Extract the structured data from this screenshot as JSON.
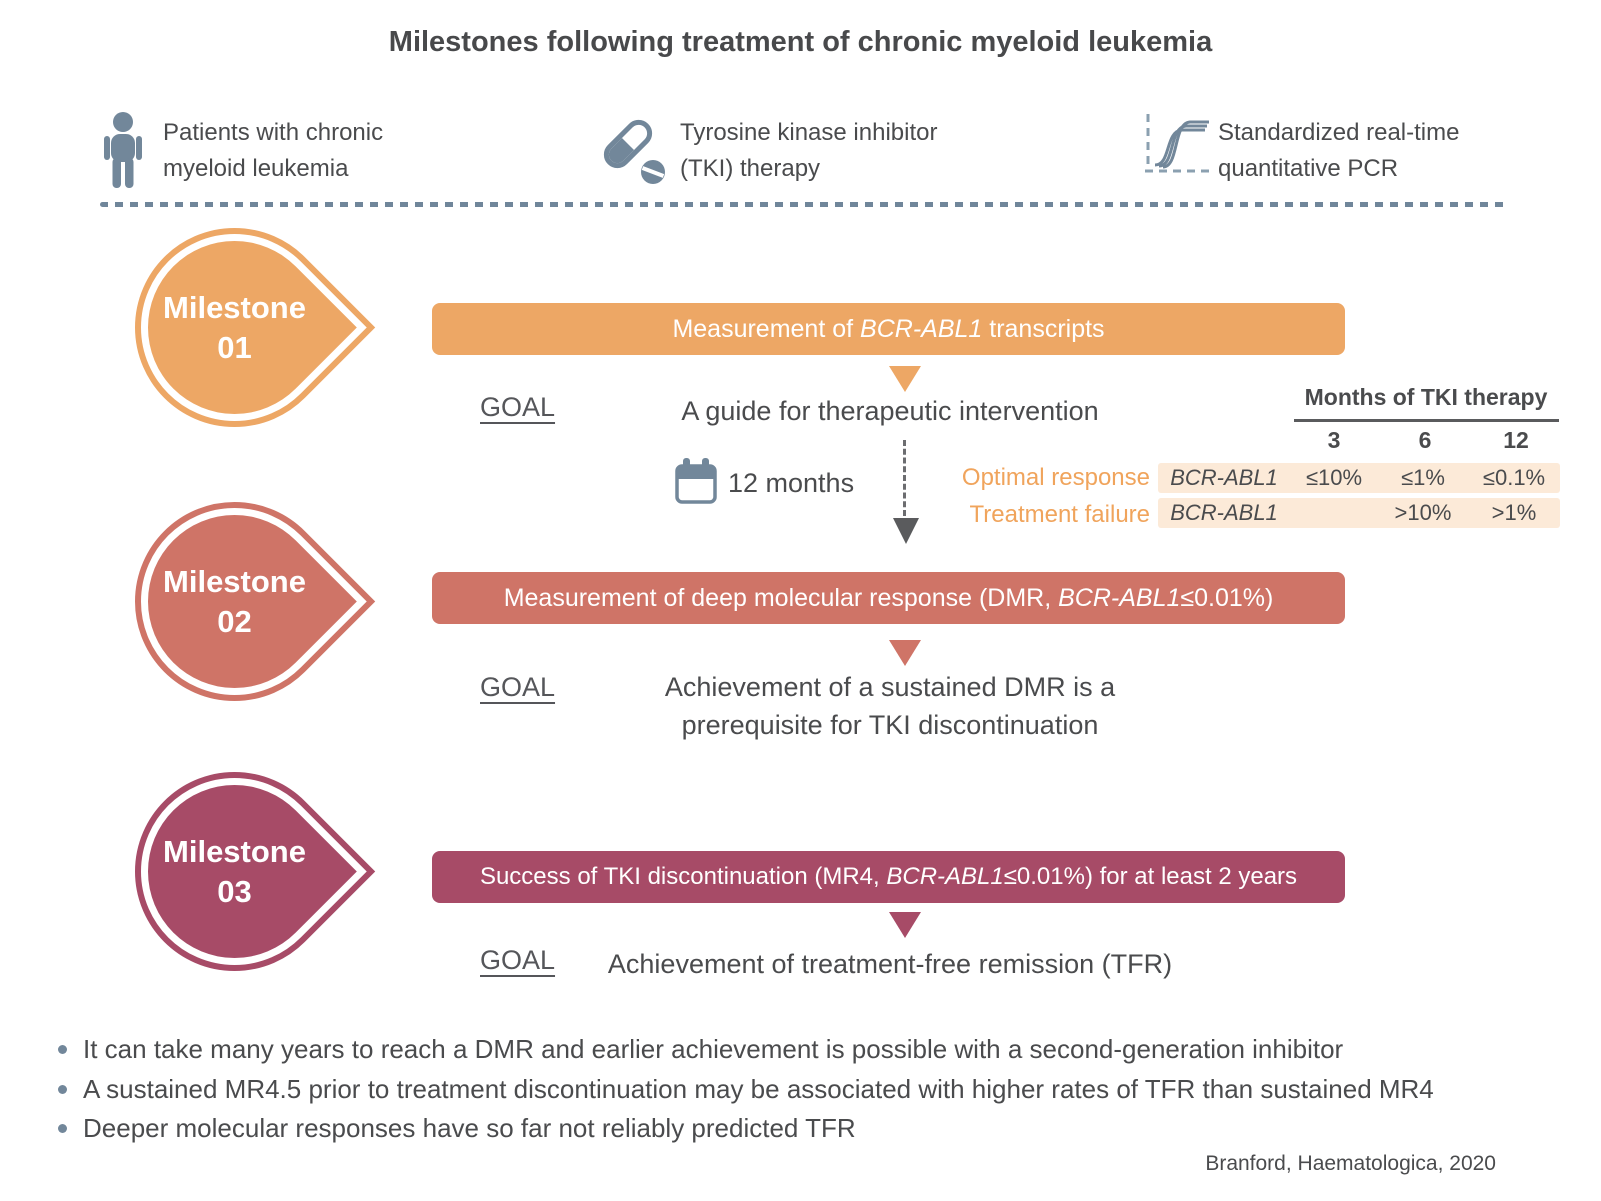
{
  "title": "Milestones following treatment of chronic myeloid leukemia",
  "colors": {
    "orange": "#eda765",
    "salmon": "#cf7467",
    "maroon": "#a74b67",
    "slate_icon": "#72879a",
    "peach_row": "#fcead8",
    "body_text": "#4a4b4d",
    "orange_label": "#f0a45c"
  },
  "icons": {
    "person-icon": "person silhouette",
    "pill-icon": "capsule and tablet",
    "pcr-curve-icon": "sigmoid amplification curves on dashed axes",
    "calendar-icon": "calendar",
    "down-triangle-icon": "▼"
  },
  "legend": {
    "items": [
      {
        "icon": "person-icon",
        "lines": [
          "Patients with chronic",
          "myeloid leukemia"
        ]
      },
      {
        "icon": "pill-icon",
        "lines": [
          "Tyrosine kinase inhibitor",
          "(TKI) therapy"
        ]
      },
      {
        "icon": "pcr-curve-icon",
        "lines": [
          "Standardized real-time",
          "quantitative PCR"
        ]
      }
    ]
  },
  "milestones": [
    {
      "label_line1": "Milestone",
      "label_line2": "01",
      "bar": {
        "pre": "Measurement of ",
        "italic": "BCR-ABL1",
        "post": " transcripts"
      },
      "goal_label": "GOAL",
      "goal_lines": [
        "A guide for therapeutic intervention"
      ]
    },
    {
      "label_line1": "Milestone",
      "label_line2": "02",
      "bar": {
        "pre": "Measurement of deep molecular response (DMR, ",
        "italic": "BCR-ABL1",
        "post": "≤0.01%)"
      },
      "goal_label": "GOAL",
      "goal_lines": [
        "Achievement of a sustained DMR is a",
        "prerequisite for TKI discontinuation"
      ]
    },
    {
      "label_line1": "Milestone",
      "label_line2": "03",
      "bar": {
        "pre": "Success of TKI discontinuation (MR4, ",
        "italic": "BCR-ABL1",
        "post": "≤0.01%) for at least 2 years"
      },
      "goal_label": "GOAL",
      "goal_lines": [
        "Achievement of treatment-free remission (TFR)"
      ]
    }
  ],
  "timeline": {
    "calendar_label": "12 months"
  },
  "table": {
    "title": "Months of TKI therapy",
    "columns": [
      "3",
      "6",
      "12"
    ],
    "rows": [
      {
        "label": "Optimal response",
        "gene": "BCR-ABL1",
        "values": [
          "≤10%",
          "≤1%",
          "≤0.1%"
        ]
      },
      {
        "label": "Treatment failure",
        "gene": "BCR-ABL1",
        "values": [
          "",
          ">10%",
          ">1%"
        ]
      }
    ]
  },
  "notes": [
    "It can take many years to reach a DMR and earlier achievement is possible with a second-generation inhibitor",
    "A sustained MR4.5 prior to treatment discontinuation may be associated with higher rates of TFR than sustained MR4",
    "Deeper molecular responses have so far not reliably predicted TFR"
  ],
  "citation": "Branford, Haematologica, 2020"
}
